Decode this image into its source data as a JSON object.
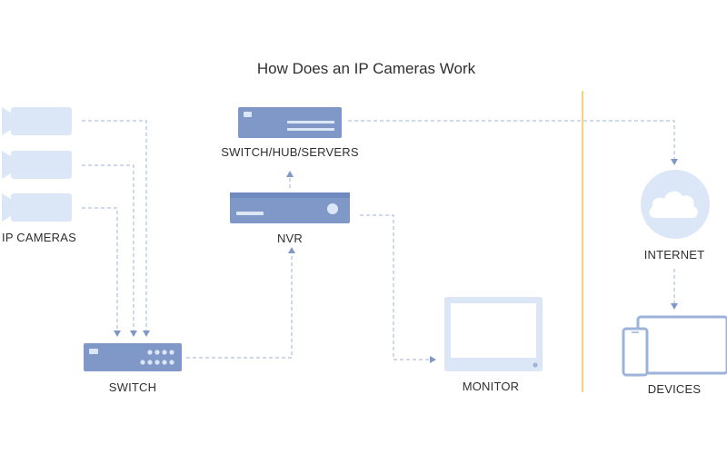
{
  "title": "How Does an IP Cameras Work",
  "labels": {
    "ip_cameras": "IP CAMERAS",
    "switch": "SWITCH",
    "switch_hub_servers": "SWITCH/HUB/SERVERS",
    "nvr": "NVR",
    "monitor": "MONITOR",
    "internet": "INTERNET",
    "devices": "DEVICES"
  },
  "icons": {
    "camera": "video-camera-icon",
    "server": "server-rack-icon",
    "nvr": "network-video-recorder-icon",
    "switch": "network-switch-icon",
    "monitor": "monitor-icon",
    "internet": "cloud-icon",
    "devices": "laptop-phone-icon"
  },
  "colors": {
    "device_light": "#dbe6f7",
    "device_mid": "#9db3d9",
    "device_dark": "#7f98c8",
    "connector": "#7f98c8",
    "divider": "#f0c550",
    "text": "#2f2f2f"
  }
}
